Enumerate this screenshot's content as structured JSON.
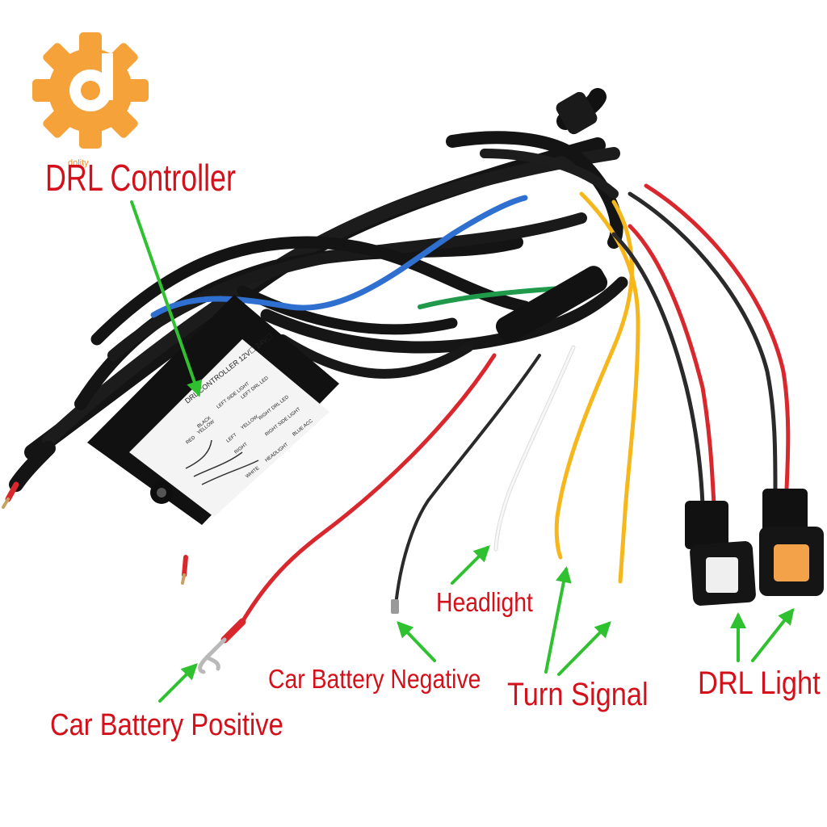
{
  "logo": {
    "icon": "gear-d-logo-icon",
    "text": "dolity",
    "color": "#f5a23a"
  },
  "labels": {
    "drl_controller": "DRL Controller",
    "headlight": "Headlight",
    "car_battery_negative": "Car Battery Negative",
    "turn_signal": "Turn Signal",
    "drl_light": "DRL Light",
    "car_battery_positive": "Car Battery Positive"
  },
  "controller_box": {
    "title": "DRL CONTROLLER 12V☐ 24V☐",
    "rows": [
      "YELLOW",
      "LEFT SIDE LIGHT",
      "LEFT DRL LED",
      "RIGHT DRL LED",
      "RIGHT SIDE LIGHT",
      "BLUE ACC",
      "HEADLIGHT",
      "WHITE",
      "RED",
      "BLACK",
      "LEFT",
      "RIGHT",
      "YELLOW"
    ]
  },
  "colors": {
    "label": "#d4101a",
    "arrow": "#2fc12f",
    "wire_black": "#141414",
    "wire_red": "#d9272e",
    "wire_blue": "#2e6fd0",
    "wire_yellow": "#f5b71b",
    "wire_white": "#f2f2f2",
    "wire_green": "#1f9a4a"
  }
}
